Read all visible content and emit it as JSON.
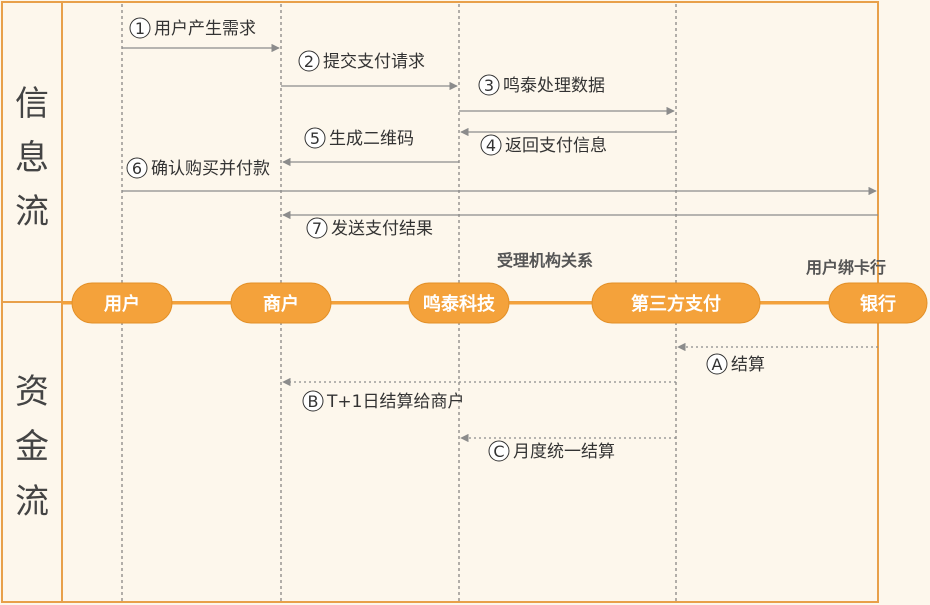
{
  "colors": {
    "background": "#fdf7ec",
    "border": "#e8a04a",
    "node_fill": "#f4a23b",
    "arrow": "#8c8c8c",
    "lifeline": "#666666"
  },
  "sections": {
    "info": "信息流",
    "fund": "资金流"
  },
  "nodes": [
    {
      "id": "user",
      "label": "用户"
    },
    {
      "id": "merchant",
      "label": "商户"
    },
    {
      "id": "mingtai",
      "label": "鸣泰科技"
    },
    {
      "id": "thirdparty",
      "label": "第三方支付"
    },
    {
      "id": "bank",
      "label": "银行"
    }
  ],
  "relations": {
    "acquirer": "受理机构关系",
    "bank_binding": "用户绑卡行"
  },
  "info_steps": [
    {
      "mark": "1",
      "text": "用户产生需求",
      "from": 0,
      "to": 1,
      "style": "solid"
    },
    {
      "mark": "2",
      "text": "提交支付请求",
      "from": 1,
      "to": 2,
      "style": "solid"
    },
    {
      "mark": "3",
      "text": "鸣泰处理数据",
      "from": 2,
      "to": 3,
      "style": "solid"
    },
    {
      "mark": "4",
      "text": "返回支付信息",
      "from": 3,
      "to": 2,
      "style": "solid"
    },
    {
      "mark": "5",
      "text": "生成二维码",
      "from": 2,
      "to": 1,
      "style": "solid"
    },
    {
      "mark": "6",
      "text": "确认购买并付款",
      "from": 0,
      "to": 4,
      "style": "solid"
    },
    {
      "mark": "7",
      "text": "发送支付结果",
      "from": 4,
      "to": 1,
      "style": "solid"
    }
  ],
  "fund_steps": [
    {
      "mark": "A",
      "text": "结算",
      "from": 4,
      "to": 3,
      "style": "dotted"
    },
    {
      "mark": "B",
      "text": "T+1日结算给商户",
      "from": 3,
      "to": 1,
      "style": "dotted"
    },
    {
      "mark": "C",
      "text": "月度统一结算",
      "from": 3,
      "to": 2,
      "style": "dotted"
    }
  ]
}
